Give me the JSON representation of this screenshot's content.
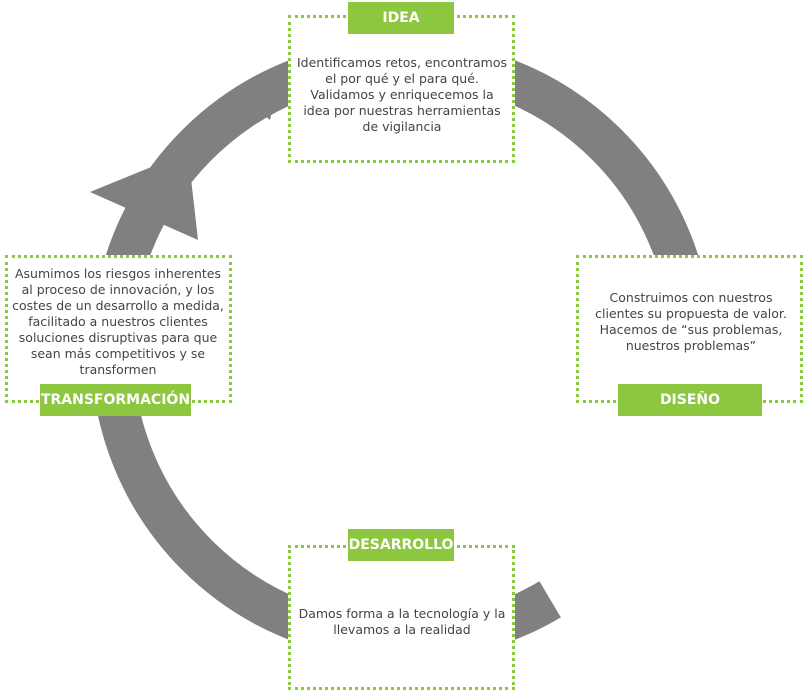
{
  "colors": {
    "accent": "#8dc63f",
    "ring": "#808080",
    "text": "#444444"
  },
  "stages": {
    "idea": {
      "title": "IDEA",
      "text": "Identificamos retos, encontramos el por qué y el para qué.  Validamos y enriquecemos  la idea por nuestras herramientas de vigilancia"
    },
    "diseno": {
      "title": "DISEÑO",
      "text": "Construimos con nuestros clientes su propuesta de valor. Hacemos de “sus problemas, nuestros problemas”"
    },
    "desarrollo": {
      "title": "DESARROLLO",
      "text": "Damos forma a la tecnología y la llevamos a la realidad"
    },
    "transformacion": {
      "title": "TRANSFORMACIÓN",
      "text": "Asumimos los riesgos inherentes al proceso de innovación, y los costes de un desarrollo a medida, facilitado a nuestros clientes soluciones disruptivas para que sean más competitivos y se transformen"
    }
  }
}
